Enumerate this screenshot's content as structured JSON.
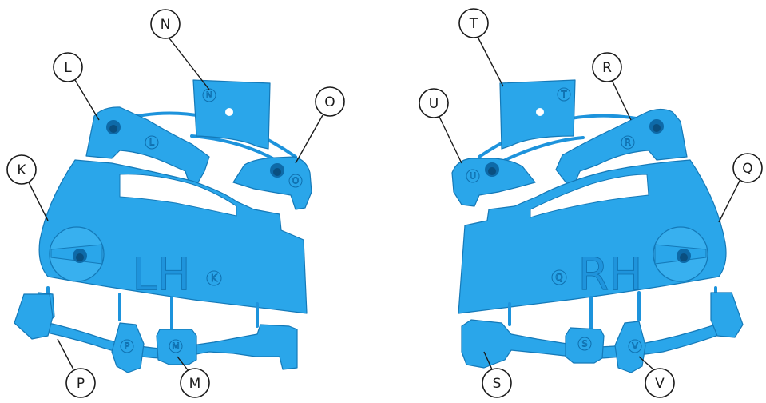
{
  "side_labels": {
    "left": "LH",
    "right": "RH"
  },
  "callouts": {
    "N": "N",
    "L": "L",
    "O": "O",
    "K": "K",
    "P": "P",
    "M": "M",
    "T": "T",
    "R": "R",
    "U": "U",
    "Q": "Q",
    "S": "S",
    "V": "V"
  },
  "part_marks": {
    "N": "N",
    "L": "L",
    "O": "O",
    "K": "K",
    "P": "P",
    "M": "M",
    "T": "T",
    "R": "R",
    "U": "U",
    "Q": "Q",
    "S": "S",
    "V": "V"
  },
  "colors": {
    "part": "#2aa6ea",
    "outline": "#1479b8",
    "callout": "#1a1a1a"
  }
}
